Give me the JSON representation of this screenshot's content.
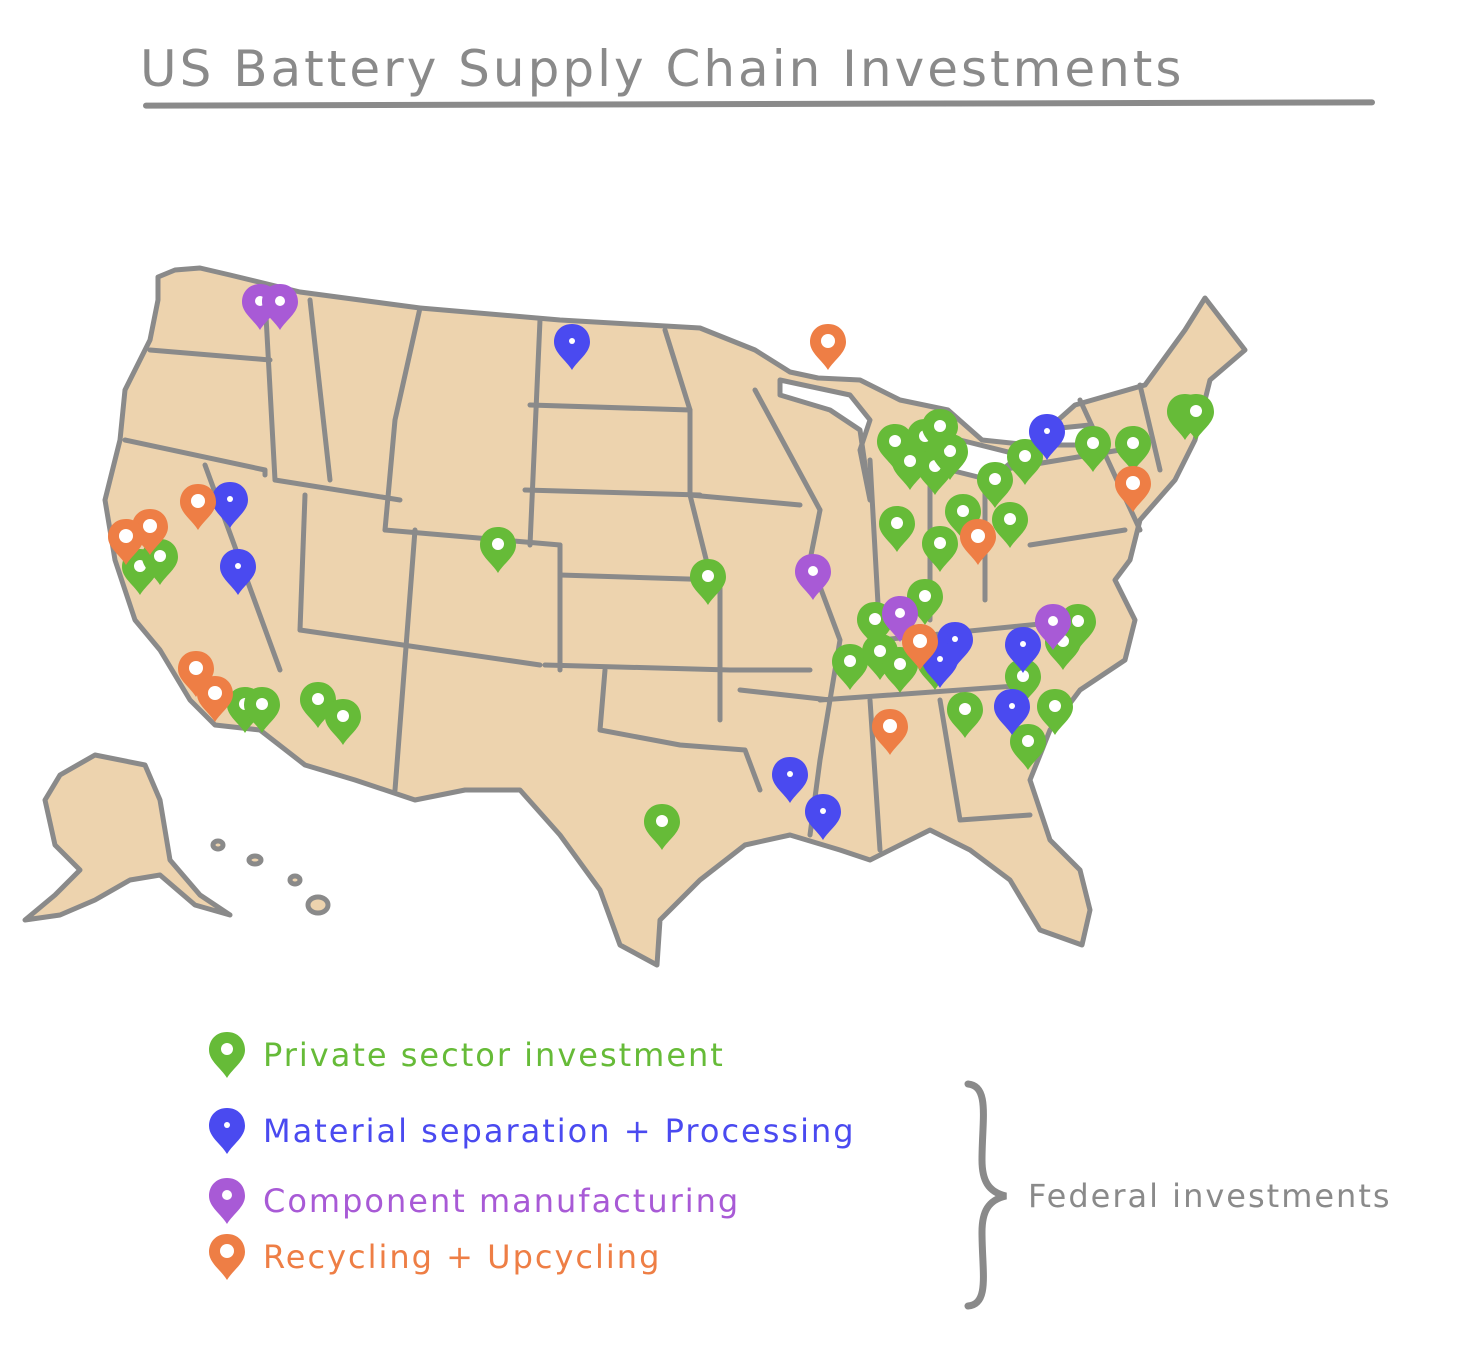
{
  "title": "US Battery Supply Chain Investments",
  "colors": {
    "title": "#8a8a8a",
    "land": "#edd3ae",
    "border": "#8a8a8a",
    "private": "#66bb38",
    "material": "#4a4af0",
    "component": "#a85ad6",
    "recycling": "#ee7e45"
  },
  "legend": {
    "private": {
      "label": "Private sector investment",
      "color": "#66bb38",
      "icon": "map-pin-icon"
    },
    "material": {
      "label": "Material separation + Processing",
      "color": "#4a4af0",
      "icon": "map-pin-icon"
    },
    "component": {
      "label": "Component manufacturing",
      "color": "#a85ad6",
      "icon": "map-pin-icon"
    },
    "recycling": {
      "label": "Recycling + Upcycling",
      "color": "#ee7e45",
      "icon": "map-pin-icon"
    }
  },
  "federal_label": "Federal investments",
  "federal_group": [
    "material",
    "component",
    "recycling"
  ]
}
